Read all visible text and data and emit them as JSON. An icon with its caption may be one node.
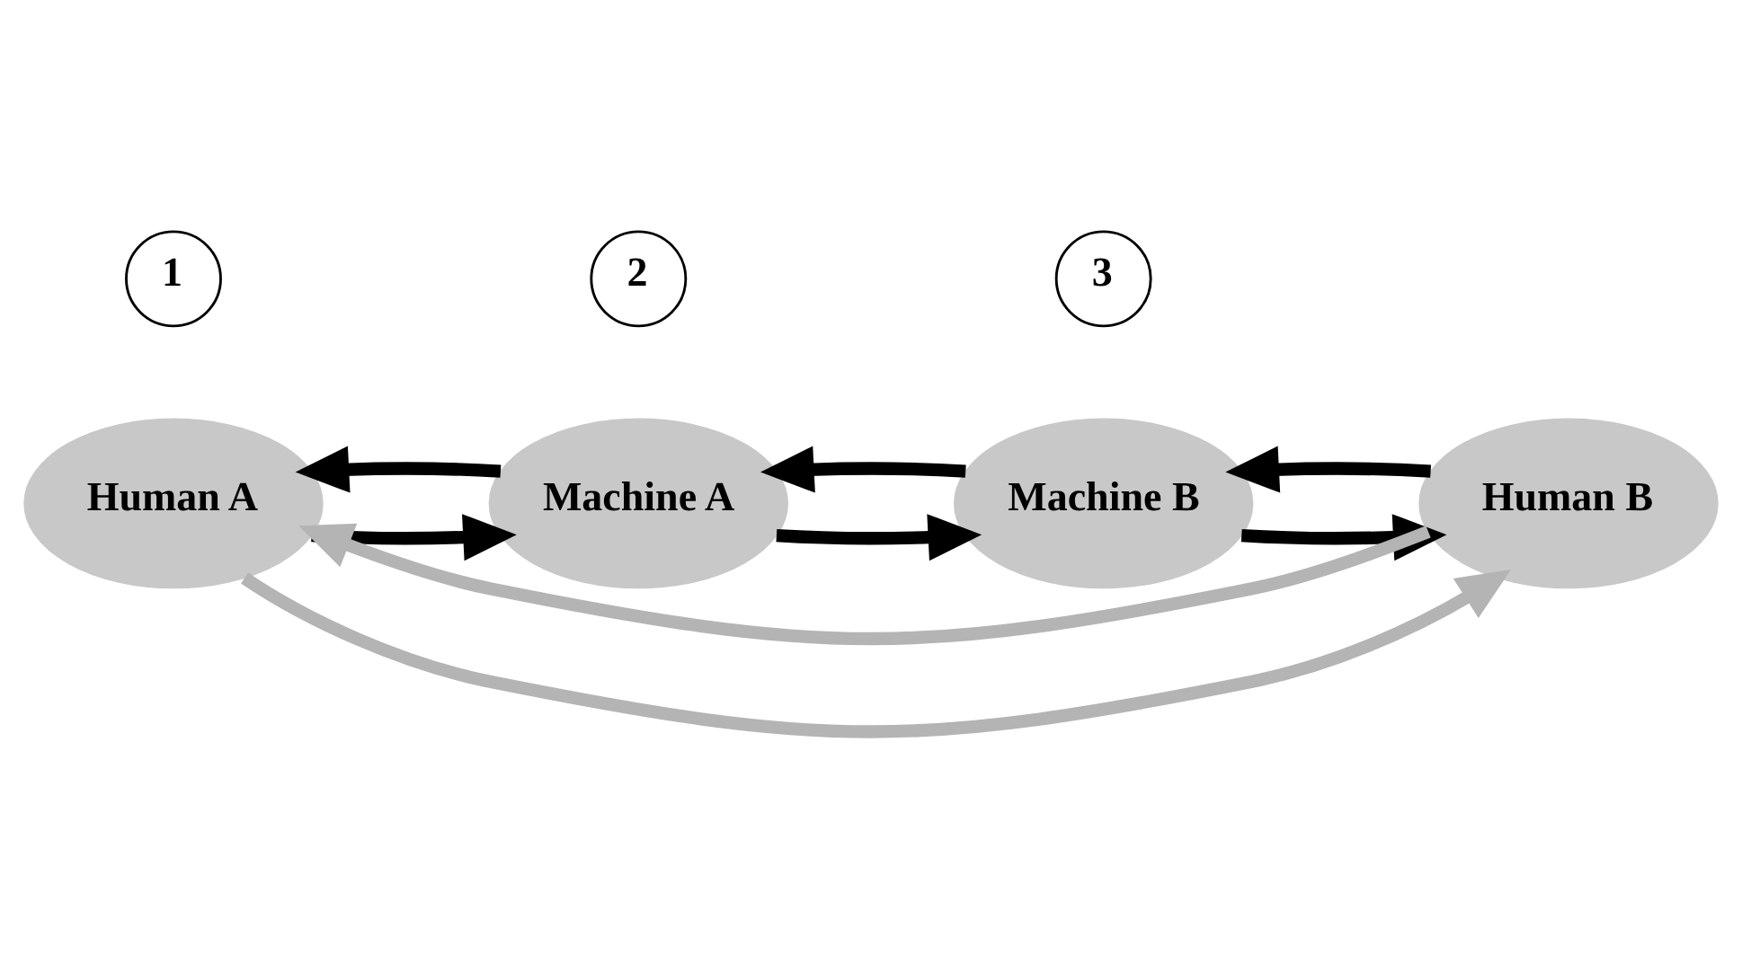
{
  "diagram": {
    "nodes": [
      {
        "text": [
          "Human A"
        ]
      },
      {
        "text": [
          "Machine A"
        ]
      },
      {
        "text": [
          "Machine B"
        ]
      },
      {
        "text": [
          "Human B"
        ]
      },
      {
        "text": [
          "1"
        ]
      },
      {
        "text": [
          "2"
        ]
      },
      {
        "text": [
          "3"
        ]
      }
    ],
    "edges": [
      {
        "from": 0,
        "to": 1,
        "arrow": "to"
      },
      {
        "from": 1,
        "to": 2,
        "arrow": "to"
      },
      {
        "from": 2,
        "to": 3,
        "arrow": "to"
      },
      {
        "from": 0,
        "to": 3,
        "arrow": "to",
        "color": "#b4b4b4"
      },
      {
        "from": 3,
        "to": 2,
        "arrow": "to"
      },
      {
        "from": 2,
        "to": 1,
        "arrow": "to"
      },
      {
        "from": 1,
        "to": 0,
        "arrow": "to"
      },
      {
        "from": 3,
        "to": 0,
        "arrow": "to",
        "color": "#b4b4b4"
      }
    ]
  }
}
